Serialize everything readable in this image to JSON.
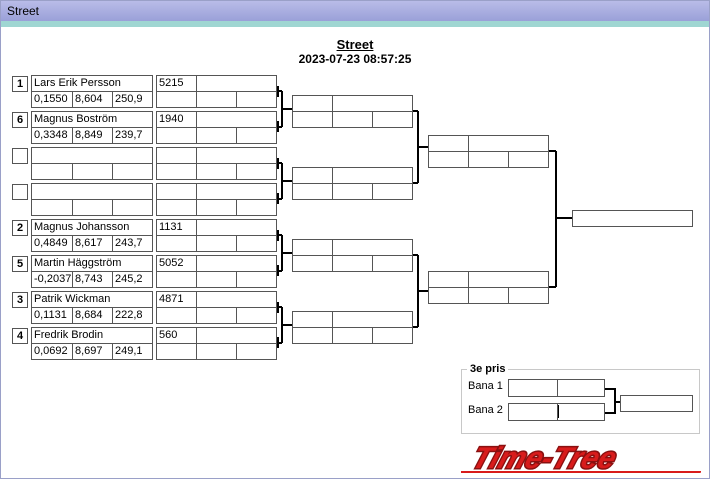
{
  "window": {
    "title": "Street"
  },
  "event": {
    "name": "Street",
    "datetime": "2023-07-23 08:57:25"
  },
  "racers": [
    {
      "seed": "1",
      "name": "Lars Erik Persson",
      "number": "5215",
      "reaction": "0,1550",
      "et": "8,604",
      "speed": "250,9"
    },
    {
      "seed": "6",
      "name": "Magnus Boström",
      "number": "1940",
      "reaction": "0,3348",
      "et": "8,849",
      "speed": "239,7"
    },
    {
      "seed": "",
      "name": "",
      "number": "",
      "reaction": "",
      "et": "",
      "speed": ""
    },
    {
      "seed": "",
      "name": "",
      "number": "",
      "reaction": "",
      "et": "",
      "speed": ""
    },
    {
      "seed": "2",
      "name": "Magnus Johansson",
      "number": "1131",
      "reaction": "0,4849",
      "et": "8,617",
      "speed": "243,7"
    },
    {
      "seed": "5",
      "name": "Martin Häggström",
      "number": "5052",
      "reaction": "-0,2037",
      "et": "8,743",
      "speed": "245,2"
    },
    {
      "seed": "3",
      "name": "Patrik Wickman",
      "number": "4871",
      "reaction": "0,1131",
      "et": "8,684",
      "speed": "222,8"
    },
    {
      "seed": "4",
      "name": "Fredrik Brodin",
      "number": "560",
      "reaction": "0,0692",
      "et": "8,697",
      "speed": "249,1"
    }
  ],
  "third_place": {
    "title": "3e pris",
    "lane1_label": "Bana 1",
    "lane2_label": "Bana 2"
  },
  "logo": {
    "text": "Time-Tree",
    "color": "#d81b1b"
  }
}
